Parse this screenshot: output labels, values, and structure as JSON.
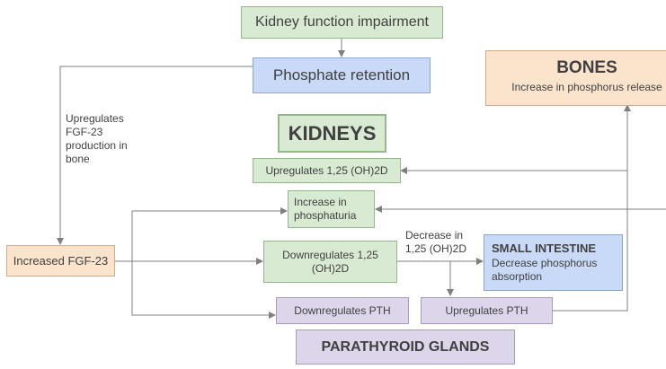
{
  "colors": {
    "green": "#d9ead3",
    "blue": "#c9daf8",
    "orange": "#fbe3cc",
    "purple": "#ddd5ea",
    "line": "#7f7f7f"
  },
  "nodes": {
    "kidney_impairment": "Kidney function impairment",
    "phosphate_retention": "Phosphate retention",
    "bones_title": "BONES",
    "bones_subtitle": "Increase in phosphorus release",
    "kidneys_title": "KIDNEYS",
    "upregulates_oh2d": "Upregulates 1,25 (OH)2D",
    "increase_phosphaturia": "Increase in phosphaturia",
    "increased_fgf23": "Increased FGF-23",
    "downregulates_oh2d": "Downregulates 1,25 (OH)2D",
    "small_intestine_title": "SMALL INTESTINE",
    "small_intestine_subtitle": "Decrease phosphorus absorption",
    "downregulates_pth": "Downregulates PTH",
    "upregulates_pth": "Upregulates PTH",
    "parathyroid_title": "PARATHYROID GLANDS"
  },
  "edge_labels": {
    "fgf23_production": "Upregulates FGF-23 production in bone",
    "decrease_oh2d": "Decrease in 1,25 (OH)2D"
  }
}
